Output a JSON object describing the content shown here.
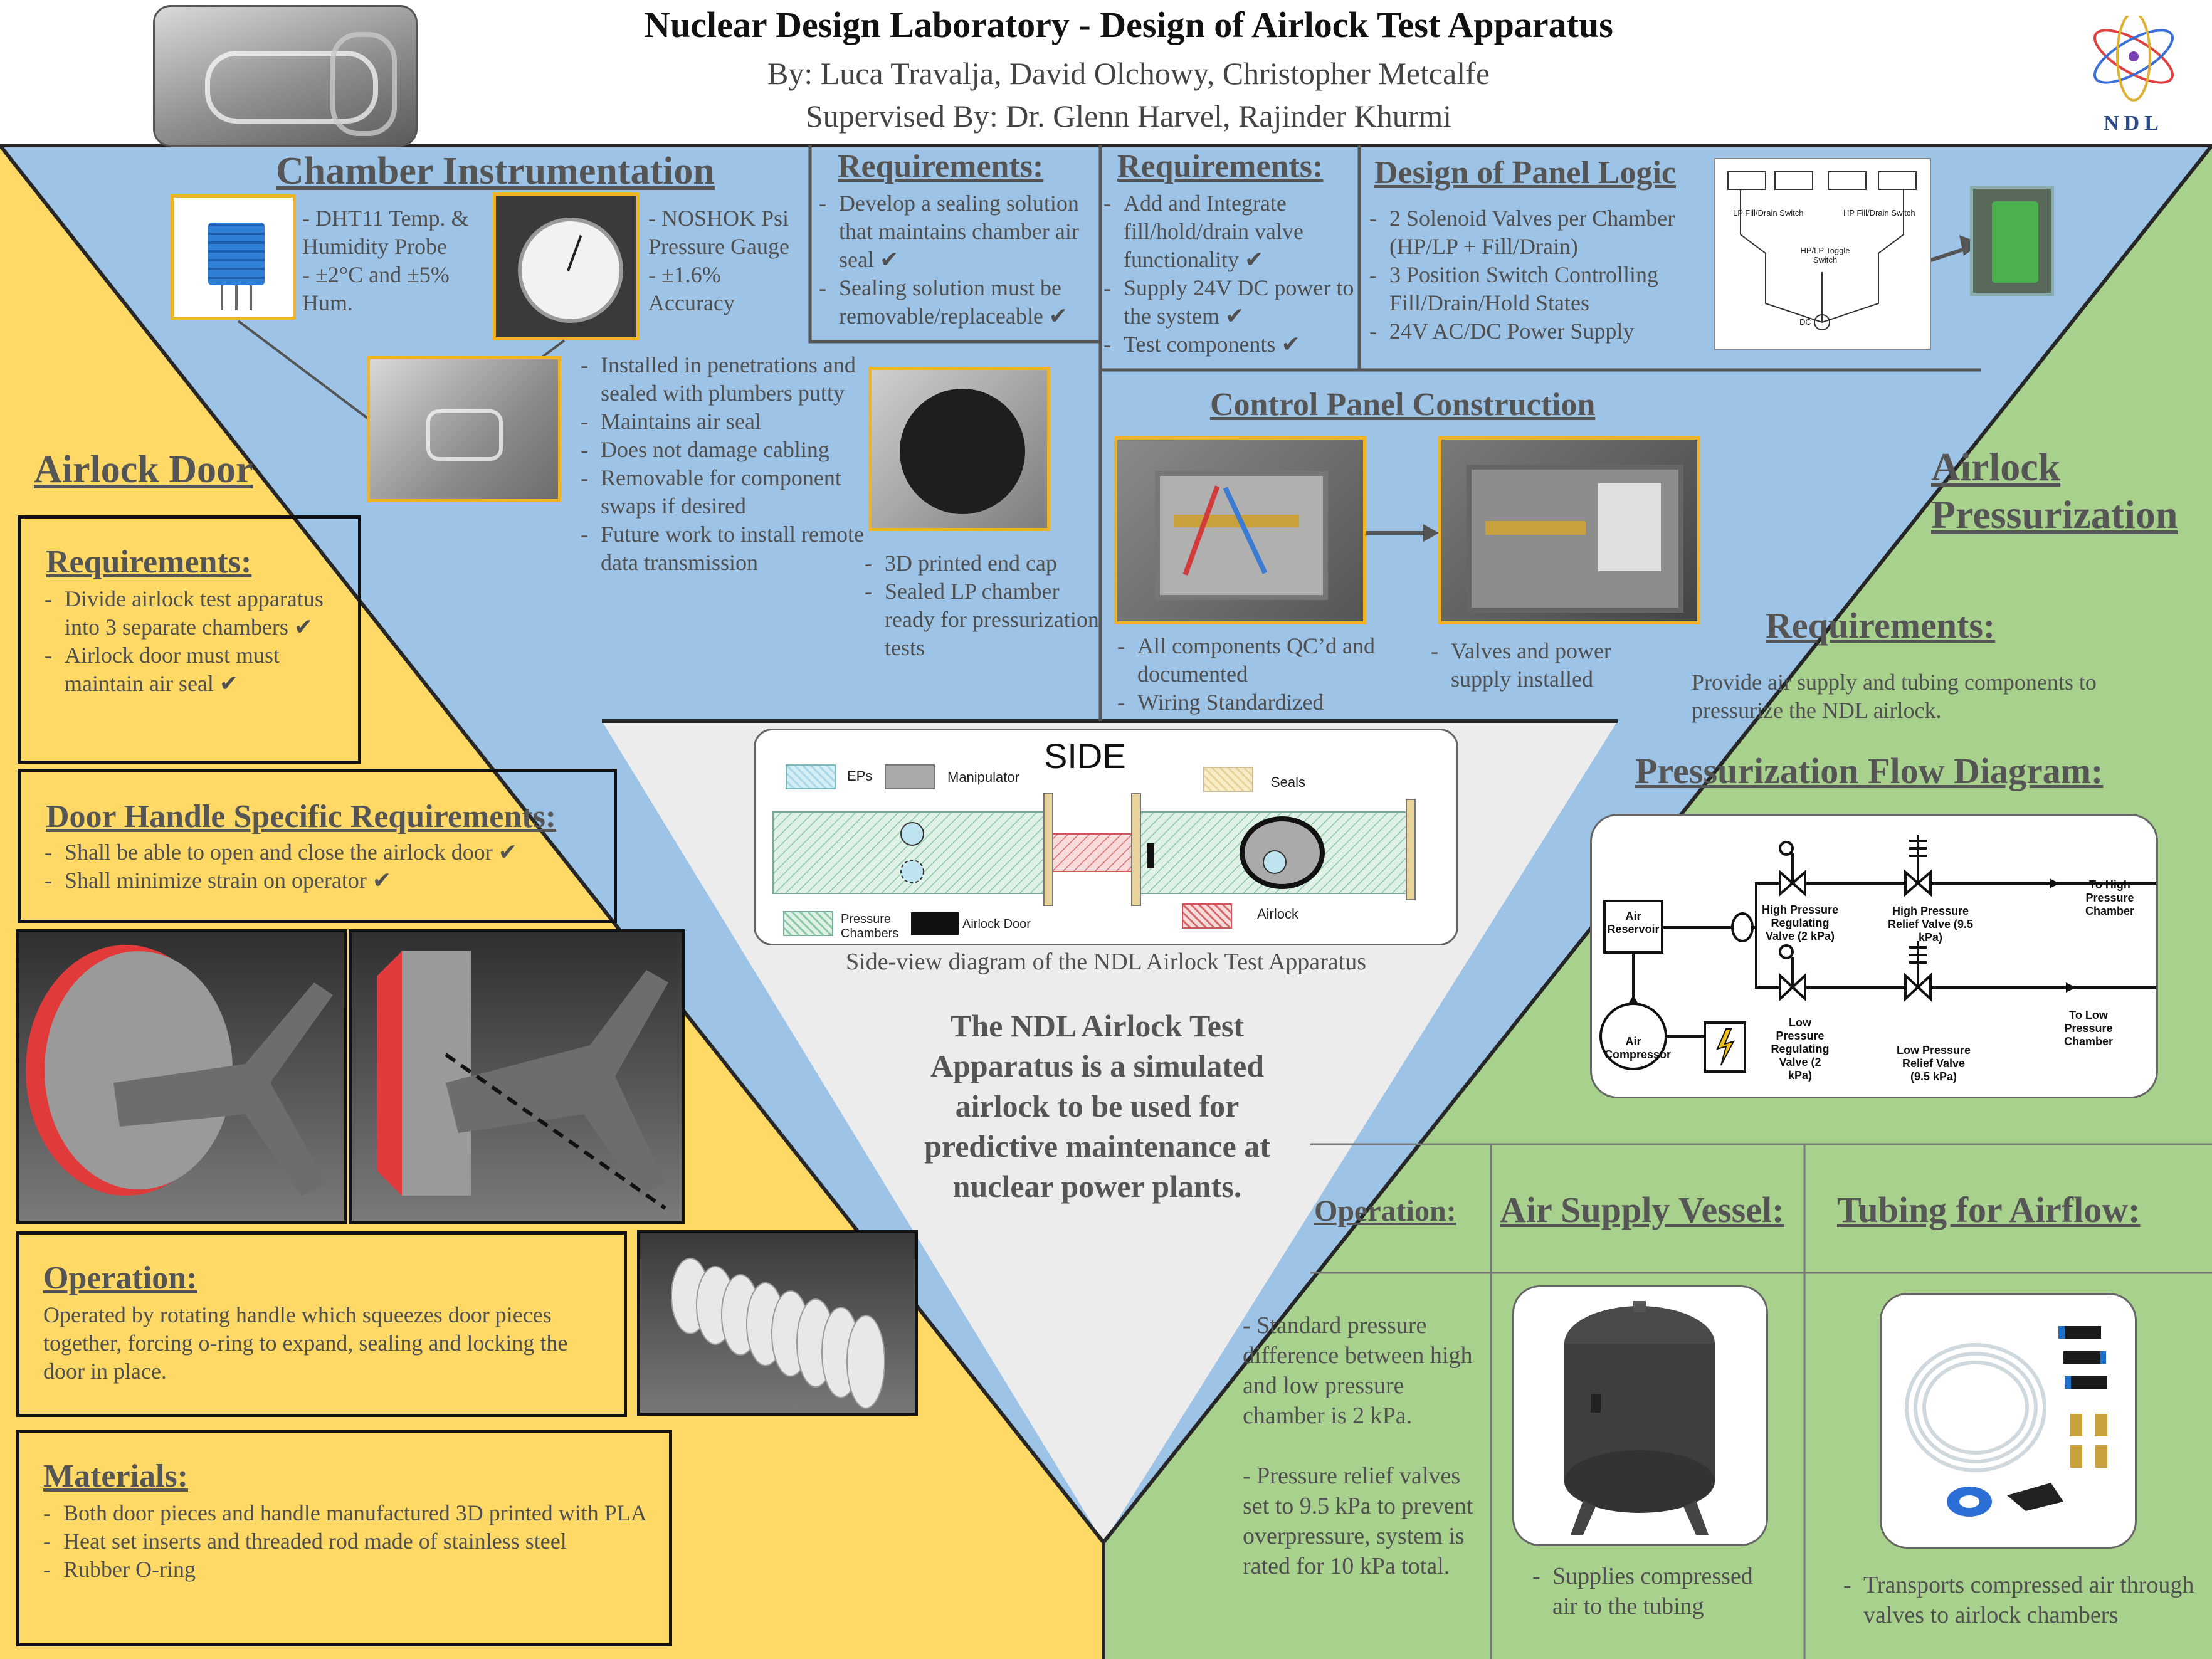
{
  "header": {
    "title": "Nuclear Design Laboratory - Design of Airlock Test Apparatus",
    "authors": "By: Luca Travalja, David Olchowy, Christopher Metcalfe",
    "supervisors": "Supervised By: Dr. Glenn Harvel, Rajinder Khurmi",
    "logo_text": "NDL"
  },
  "chamber_instrumentation": {
    "heading": "Chamber Instrumentation",
    "dht_lines": [
      "- DHT11 Temp. &",
      "Humidity Probe",
      "- ±2°C and ±5%",
      "Hum."
    ],
    "gauge_lines": [
      "- NOSHOK Psi",
      "Pressure Gauge",
      "- ±1.6%",
      "Accuracy"
    ],
    "penetration_items": [
      "Installed in penetrations and sealed with plumbers putty",
      "Maintains air seal",
      "Does not damage cabling",
      "Removable for component swaps if desired",
      "Future work to install remote data transmission"
    ],
    "endcap_items": [
      "3D printed end cap",
      "Sealed LP chamber ready for pressurization tests"
    ]
  },
  "sealing_requirements": {
    "heading": "Requirements:",
    "items": [
      "Develop a sealing solution that maintains chamber air seal ✔",
      "Sealing solution must be removable/replaceable ✔"
    ]
  },
  "valve_requirements": {
    "heading": "Requirements:",
    "items": [
      "Add and Integrate fill/hold/drain valve functionality ✔",
      "Supply 24V DC power to the system ✔",
      "Test components ✔"
    ]
  },
  "panel_logic": {
    "heading": "Design of Panel Logic",
    "items": [
      "2 Solenoid Valves per Chamber (HP/LP + Fill/Drain)",
      "3 Position Switch Controlling Fill/Drain/Hold States",
      "24V AC/DC Power Supply"
    ],
    "schematic_labels": [
      "LP Fill/Drain Switch",
      "HP Fill/Drain Switch",
      "HP/LP Toggle Switch",
      "DC"
    ]
  },
  "control_panel": {
    "heading": "Control Panel Construction",
    "left_items": [
      "All components QC’d and documented",
      "Wiring Standardized"
    ],
    "right_items": [
      "Valves and power supply installed"
    ]
  },
  "airlock_door": {
    "heading": "Airlock Door",
    "req_heading": "Requirements:",
    "req_items": [
      "Divide airlock test apparatus into 3 separate chambers ✔",
      "Airlock door must must maintain air seal ✔"
    ],
    "handle_heading": "Door Handle Specific Requirements:",
    "handle_items": [
      "Shall be able to open and close the airlock door ✔",
      "Shall minimize strain on operator ✔"
    ],
    "operation_heading": "Operation:",
    "operation_text": "Operated by rotating handle which squeezes door pieces together, forcing o-ring to expand, sealing and locking the door in place.",
    "materials_heading": "Materials:",
    "materials_items": [
      "Both door pieces and handle manufactured 3D printed with PLA",
      "Heat set inserts and threaded rod made of stainless steel",
      "Rubber O-ring"
    ]
  },
  "center": {
    "diagram_title": "SIDE",
    "legend": {
      "eps": "EPs",
      "manipulator": "Manipulator",
      "seals": "Seals",
      "pressure_chambers": "Pressure Chambers",
      "airlock_door": "Airlock Door",
      "airlock": "Airlock"
    },
    "caption": "Side-view diagram of the NDL Airlock Test Apparatus",
    "statement": "The NDL Airlock Test Apparatus is a simulated airlock to be used for predictive maintenance at nuclear power plants."
  },
  "pressurization": {
    "heading_line1": "Airlock",
    "heading_line2": "Pressurization",
    "req_heading": "Requirements:",
    "req_text": "Provide air supply and tubing components to pressurize the NDL airlock.",
    "flow_heading": "Pressurization Flow Diagram:",
    "flow_labels": {
      "reservoir": "Air Reservoir",
      "compressor": "Air Compressor",
      "hp_reg": "High Pressure Regulating Valve (2 kPa)",
      "hp_relief": "High Pressure Relief Valve (9.5 kPa)",
      "lp_reg": "Low Pressure Regulating Valve (2 kPa)",
      "lp_relief": "Low Pressure Relief Valve (9.5 kPa)",
      "to_hp": "To High Pressure Chamber",
      "to_lp": "To Low Pressure Chamber"
    },
    "operation_heading": "Operation:",
    "operation_p1": "- Standard pressure difference between high and low pressure chamber is 2 kPa.",
    "operation_p2": "- Pressure relief valves set to 9.5 kPa to prevent overpressure, system is rated for 10 kPa total.",
    "vessel_heading": "Air Supply Vessel:",
    "vessel_text": "Supplies compressed air to the tubing",
    "tubing_heading": "Tubing for Airflow:",
    "tubing_text": "Transports compressed air through valves to airlock chambers"
  },
  "colors": {
    "blue": "#9dc3e6",
    "yellow": "#ffd966",
    "green": "#a9d18e",
    "gray": "#ececec",
    "accent": "#f0b324"
  }
}
